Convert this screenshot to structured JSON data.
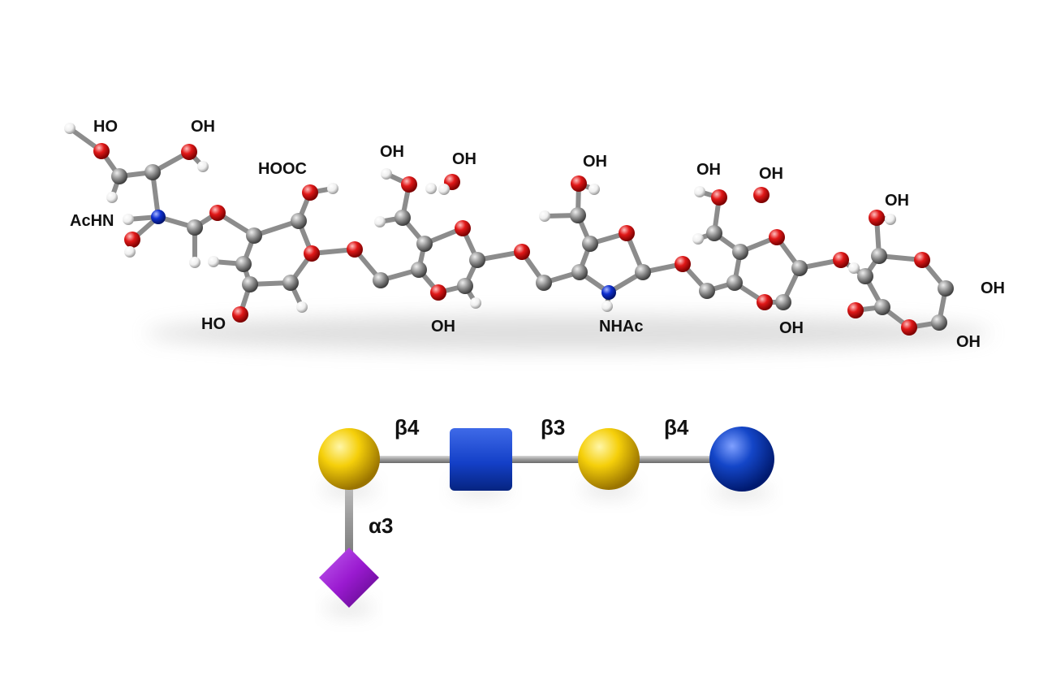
{
  "molecule": {
    "atom_colors": {
      "carbon": "#8a8a8a",
      "oxygen": "#e01818",
      "nitrogen": "#1030d0",
      "hydrogen": "#f0f0f0"
    },
    "labels": {
      "ho_top_left": "HO",
      "oh_top_left": "OH",
      "hooc": "HOOC",
      "achn": "AcHN",
      "ho_bottom_left": "HO",
      "oh_ring2_top": "OH",
      "oh_ring2_water": "OH",
      "oh_ring2_bottom": "OH",
      "oh_ring3_top": "OH",
      "nhac": "NHAc",
      "oh_ring4_top": "OH",
      "oh_ring4_water": "OH",
      "oh_ring4_bottom": "OH",
      "oh_ring5_top": "OH",
      "oh_right_upper": "OH",
      "oh_right_lower": "OH"
    }
  },
  "glycan": {
    "residue_colors": {
      "galactose": "#f5cf0a",
      "n_acetylglucosamine": "#1440c8",
      "glucose": "#1446c8",
      "sialic_acid": "#9a1ad0"
    },
    "linkages": {
      "gal_glcnac": "β4",
      "glcnac_gal": "β3",
      "gal_glc": "β4",
      "sia_gal": "α3"
    }
  }
}
